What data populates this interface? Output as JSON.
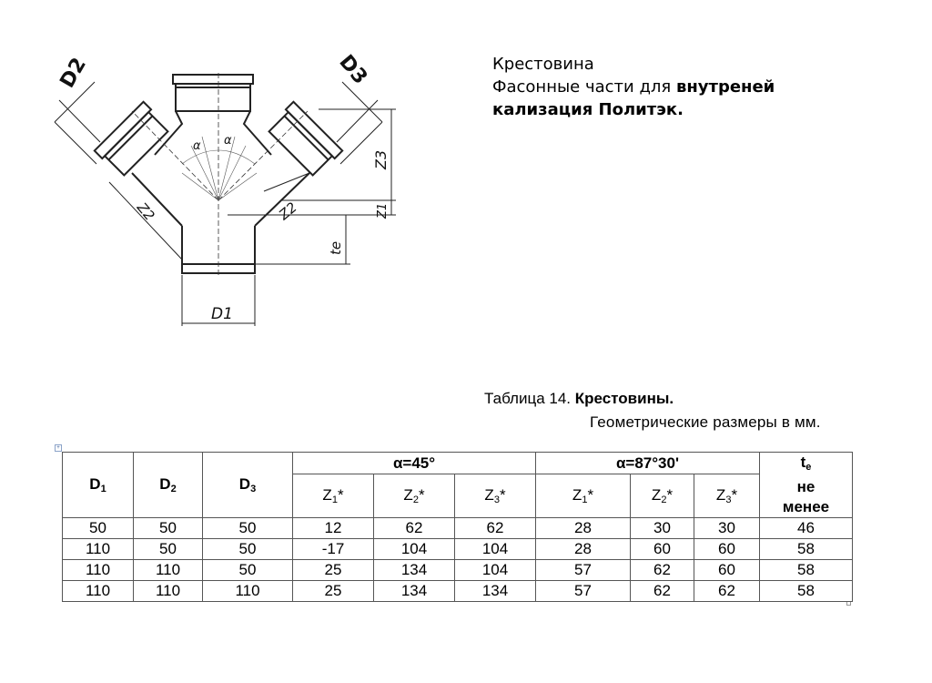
{
  "heading": {
    "line1": "Крестовина",
    "line2_plain": "Фасонные части для ",
    "line2_bold": "внутреней",
    "line3_bold": "кализация Политэк."
  },
  "drawing_labels": {
    "d2": "D2",
    "d3": "D3",
    "d1": "D1",
    "z1": "Z1",
    "z2": "Z2",
    "z3": "Z3",
    "te": "te",
    "alpha": "α"
  },
  "caption": {
    "prefix": "Таблица 14. ",
    "bold": "Крестовины.",
    "subtitle": "Геометрические размеры в мм."
  },
  "table": {
    "header": {
      "d1_letter": "D",
      "d1_sub": "1",
      "d2_letter": "D",
      "d2_sub": "2",
      "d3_letter": "D",
      "d3_sub": "3",
      "group_45": "α=45°",
      "group_87": "α=87°30'",
      "te_letter": "t",
      "te_sub": "е",
      "te_line2": "не",
      "te_line3": "менее",
      "z1_letter": "Z",
      "z1_sub": "1",
      "z1_star": "*",
      "z2_letter": "Z",
      "z2_sub": "2",
      "z2_star": "*",
      "z3_letter": "Z",
      "z3_sub": "3",
      "z3_star": "*"
    },
    "rows": [
      [
        "50",
        "50",
        "50",
        "12",
        "62",
        "62",
        "28",
        "30",
        "30",
        "46"
      ],
      [
        "110",
        "50",
        "50",
        "-17",
        "104",
        "104",
        "28",
        "60",
        "60",
        "58"
      ],
      [
        "110",
        "110",
        "50",
        "25",
        "134",
        "104",
        "57",
        "62",
        "60",
        "58"
      ],
      [
        "110",
        "110",
        "110",
        "25",
        "134",
        "134",
        "57",
        "62",
        "62",
        "58"
      ]
    ]
  }
}
